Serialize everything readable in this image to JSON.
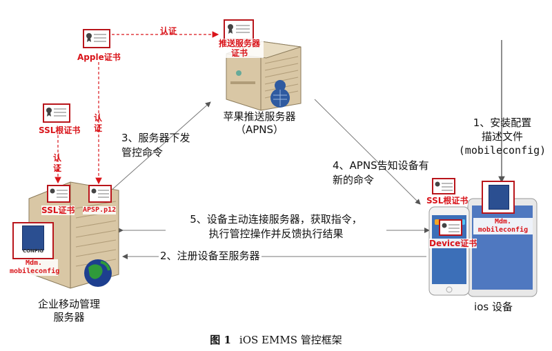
{
  "apns_server": {
    "label_line1": "苹果推送服务器",
    "label_line2": "（APNS）"
  },
  "push_cert": {
    "label_line1": "推送服务器",
    "label_line2": "证书"
  },
  "apple_cert": {
    "label": "Apple证书"
  },
  "ssl_root_cert_left": {
    "label": "SSL根证书"
  },
  "auth_labels": {
    "top": "认证",
    "left": "认证",
    "middle": "认证"
  },
  "enterprise_server": {
    "label_line1": "企业移动管理",
    "label_line2": "服务器",
    "ssl_cert": "SSL证书",
    "apsp_cert": "APSP.p12",
    "config_file_line1": "Mdm.",
    "config_file_line2": "mobileconfig",
    "config_icon_text": "CONFIG"
  },
  "ios_device": {
    "label": "ios 设备",
    "ssl_root_cert": "SSL根证书",
    "device_cert": "Device证书",
    "config_file_line1": "Mdm.",
    "config_file_line2": "mobileconfig"
  },
  "steps": {
    "step1_line1": "1、安装配置",
    "step1_line2": "描述文件",
    "step1_line3": "(mobileconfig)",
    "step2": "2、注册设备至服务器",
    "step3_line1": "3、服务器下发",
    "step3_line2": "管控命令",
    "step4_line1": "4、APNS告知设备有",
    "step4_line2": "新的命令",
    "step5_line1": "5、设备主动连接服务器，获取指令，",
    "step5_line2": "执行管控操作并反馈执行结果"
  },
  "caption": {
    "fig_no": "图 1",
    "title": "iOS EMMS 管控框架"
  },
  "colors": {
    "accent": "#d9141a",
    "server_body": "#d8c7a8",
    "line": "#555555"
  }
}
